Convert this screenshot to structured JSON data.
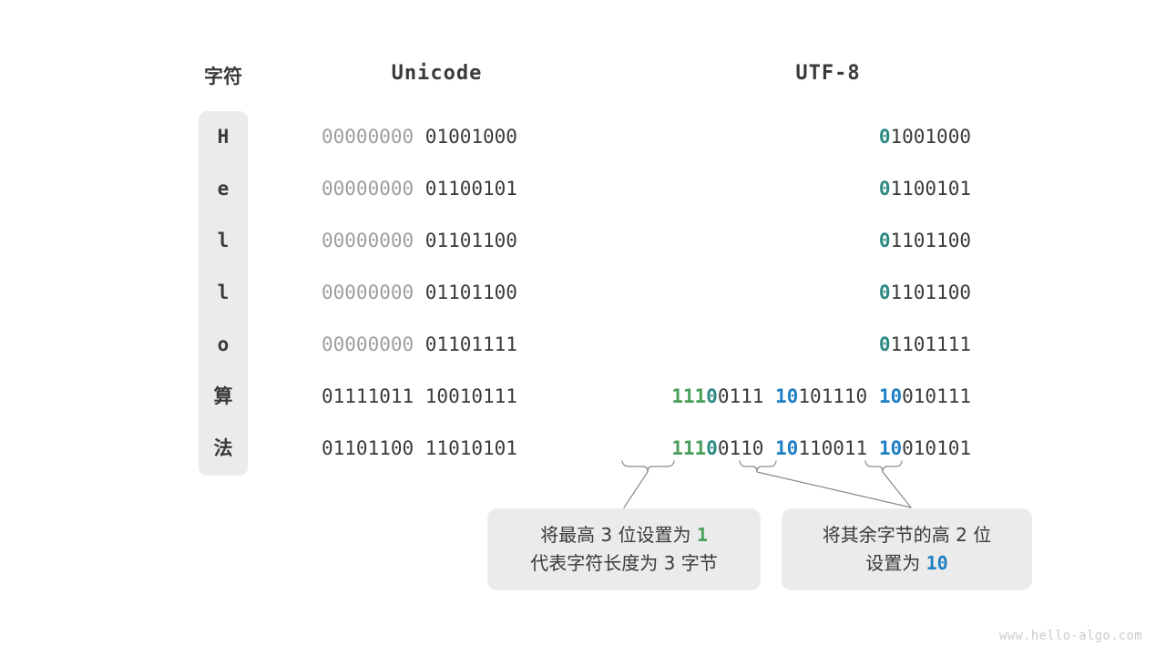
{
  "headers": {
    "character": "字符",
    "unicode": "Unicode",
    "utf8": "UTF-8"
  },
  "colors": {
    "green": "#4a9e5c",
    "teal": "#2d8a84",
    "blue": "#1f7fc4",
    "dark": "#3a3a3a",
    "dim": "#9d9d9d",
    "panel": "#ebebeb",
    "background": "#ffffff",
    "watermark": "#cccccc"
  },
  "rows": [
    {
      "char": "H",
      "is_cjk": false,
      "unicode": "00000000 01001000",
      "unicode_parts": [
        {
          "text": "00000000 ",
          "style": "dim"
        },
        {
          "text": "01001000",
          "style": "dark"
        }
      ],
      "utf8": "01001000",
      "utf8_parts": [
        {
          "text": "0",
          "style": "teal"
        },
        {
          "text": "1001000",
          "style": "dark"
        }
      ]
    },
    {
      "char": "e",
      "is_cjk": false,
      "unicode": "00000000 01100101",
      "unicode_parts": [
        {
          "text": "00000000 ",
          "style": "dim"
        },
        {
          "text": "01100101",
          "style": "dark"
        }
      ],
      "utf8": "01100101",
      "utf8_parts": [
        {
          "text": "0",
          "style": "teal"
        },
        {
          "text": "1100101",
          "style": "dark"
        }
      ]
    },
    {
      "char": "l",
      "is_cjk": false,
      "unicode": "00000000 01101100",
      "unicode_parts": [
        {
          "text": "00000000 ",
          "style": "dim"
        },
        {
          "text": "01101100",
          "style": "dark"
        }
      ],
      "utf8": "01101100",
      "utf8_parts": [
        {
          "text": "0",
          "style": "teal"
        },
        {
          "text": "1101100",
          "style": "dark"
        }
      ]
    },
    {
      "char": "l",
      "is_cjk": false,
      "unicode": "00000000 01101100",
      "unicode_parts": [
        {
          "text": "00000000 ",
          "style": "dim"
        },
        {
          "text": "01101100",
          "style": "dark"
        }
      ],
      "utf8": "01101100",
      "utf8_parts": [
        {
          "text": "0",
          "style": "teal"
        },
        {
          "text": "1101100",
          "style": "dark"
        }
      ]
    },
    {
      "char": "o",
      "is_cjk": false,
      "unicode": "00000000 01101111",
      "unicode_parts": [
        {
          "text": "00000000 ",
          "style": "dim"
        },
        {
          "text": "01101111",
          "style": "dark"
        }
      ],
      "utf8": "01101111",
      "utf8_parts": [
        {
          "text": "0",
          "style": "teal"
        },
        {
          "text": "1101111",
          "style": "dark"
        }
      ]
    },
    {
      "char": "算",
      "is_cjk": true,
      "unicode": "01111011 10010111",
      "unicode_parts": [
        {
          "text": "01111011 10010111",
          "style": "dark"
        }
      ],
      "utf8": "11100111 10101110 10010111",
      "utf8_parts": [
        {
          "text": "111",
          "style": "green"
        },
        {
          "text": "0",
          "style": "teal"
        },
        {
          "text": "0111 ",
          "style": "dark"
        },
        {
          "text": "10",
          "style": "blue"
        },
        {
          "text": "101110 ",
          "style": "dark"
        },
        {
          "text": "10",
          "style": "blue"
        },
        {
          "text": "010111",
          "style": "dark"
        }
      ]
    },
    {
      "char": "法",
      "is_cjk": true,
      "unicode": "01101100 11010101",
      "unicode_parts": [
        {
          "text": "01101100 11010101",
          "style": "dark"
        }
      ],
      "utf8": "11100110 10110011 10010101",
      "utf8_parts": [
        {
          "text": "111",
          "style": "green"
        },
        {
          "text": "0",
          "style": "teal"
        },
        {
          "text": "0110 ",
          "style": "dark"
        },
        {
          "text": "10",
          "style": "blue"
        },
        {
          "text": "110011 ",
          "style": "dark"
        },
        {
          "text": "10",
          "style": "blue"
        },
        {
          "text": "010101",
          "style": "dark"
        }
      ]
    }
  ],
  "callouts": [
    {
      "id": "callout-1",
      "lines": [
        [
          {
            "text": "将最高 3 位设置为 ",
            "style": "plain"
          },
          {
            "text": "1",
            "style": "green"
          }
        ],
        [
          {
            "text": "代表字符长度为 3 字节",
            "style": "plain"
          }
        ]
      ]
    },
    {
      "id": "callout-2",
      "lines": [
        [
          {
            "text": "将其余字节的高 2 位",
            "style": "plain"
          }
        ],
        [
          {
            "text": "设置为 ",
            "style": "plain"
          },
          {
            "text": "10",
            "style": "blue"
          }
        ]
      ]
    }
  ],
  "watermark": "www.hello-algo.com"
}
